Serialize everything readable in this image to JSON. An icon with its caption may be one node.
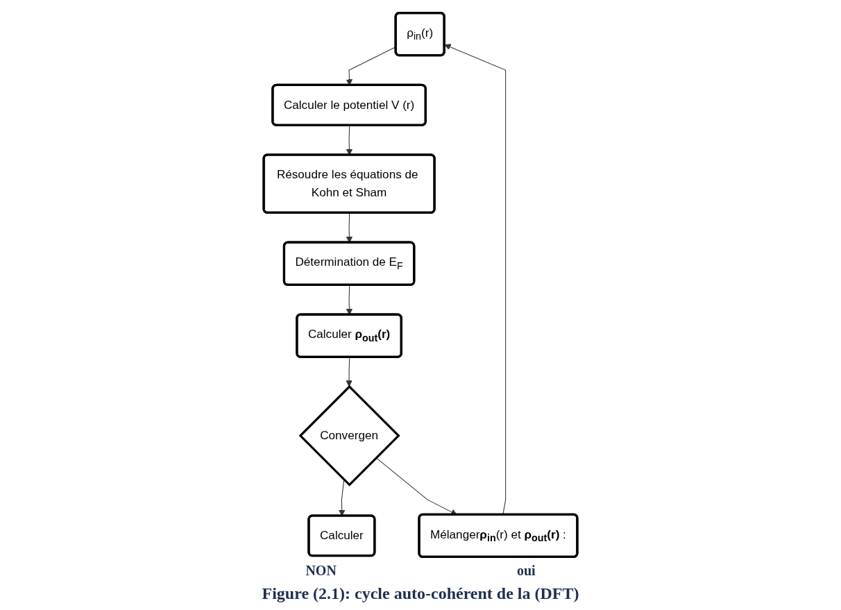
{
  "diagram": {
    "caption": "Figure (2.1): cycle auto-cohérent de la (DFT)",
    "nodes": [
      {
        "text": [
          "ρ$_{in}$(r)"
        ]
      },
      {
        "text": [
          "Calculer le potentiel V (r)"
        ]
      },
      {
        "text": [
          "Résoudre les équations de Kohn et Sham"
        ]
      },
      {
        "text": [
          "Détermination de E$_{F}$"
        ]
      },
      {
        "text": [
          "Calculer **ρ$_{out}$(r)**"
        ]
      },
      {
        "text": [
          "Convergen"
        ]
      },
      {
        "text": [
          "Calculer"
        ]
      },
      {
        "text": [
          "Mélanger**ρ$_{in}$**(r) et **ρ$_{out}$(r)** :"
        ]
      }
    ],
    "edges": [
      {
        "from": 0,
        "to": 1,
        "arrow": "to"
      },
      {
        "from": 1,
        "to": 2,
        "arrow": "to"
      },
      {
        "from": 2,
        "to": 3,
        "arrow": "to"
      },
      {
        "from": 3,
        "to": 4,
        "arrow": "to"
      },
      {
        "from": 4,
        "to": 5,
        "arrow": "to"
      },
      {
        "from": 5,
        "to": 6,
        "arrow": "to"
      },
      {
        "from": 5,
        "to": 7,
        "arrow": "to"
      },
      {
        "from": 7,
        "to": 0,
        "arrow": "to"
      }
    ],
    "labels": [
      "NON",
      "oui"
    ]
  }
}
